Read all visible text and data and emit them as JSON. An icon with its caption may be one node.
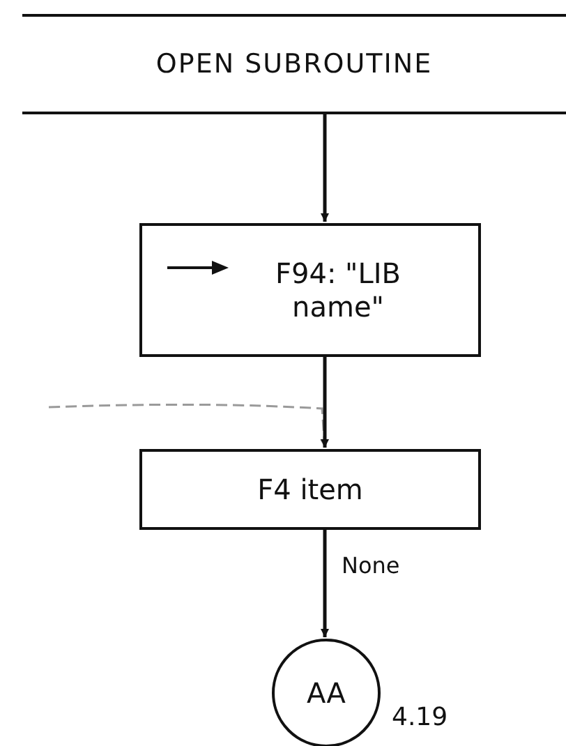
{
  "diagram": {
    "nodes": [
      {
        "text": [
          "OPEN SUBROUTINE"
        ]
      },
      {
        "text": [
          "F94: \"LIB name\""
        ]
      },
      {
        "text": [
          "F4 item"
        ]
      },
      {
        "text": [
          "AA"
        ],
        "beside": [
          "4.19"
        ]
      }
    ],
    "edges": [
      {
        "from": 0,
        "to": 1,
        "arrow": "to"
      },
      {
        "from": null,
        "to": 2,
        "arrow": "to",
        "style": "dashed",
        "color": "#9a9a9a"
      },
      {
        "from": 1,
        "to": 2,
        "arrow": "to"
      },
      {
        "from": 2,
        "to": 3,
        "arrow": "to",
        "label": "None"
      }
    ]
  }
}
